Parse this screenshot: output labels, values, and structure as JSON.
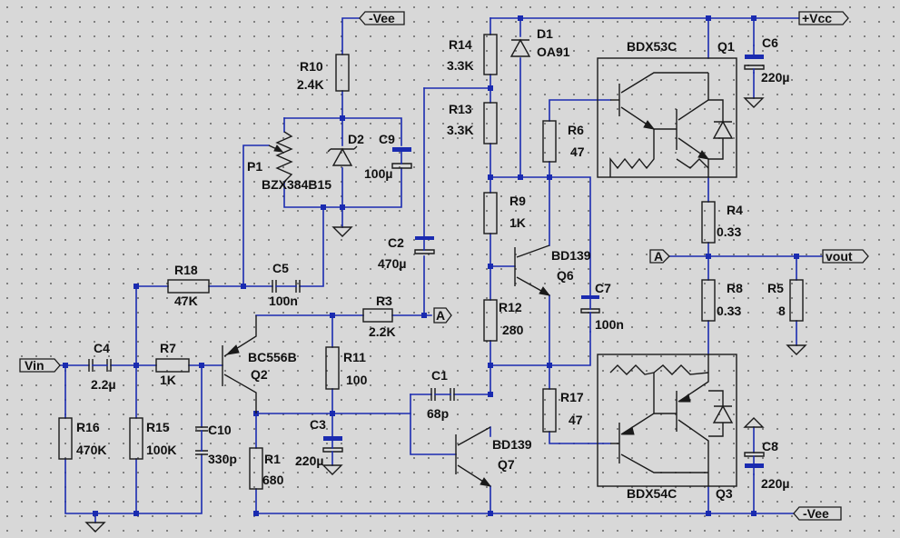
{
  "colors": {
    "wire": "#1a2bb0",
    "component": "#1a1a1a",
    "background": "#d8d8d8",
    "grid_dot": "#6e6e6e"
  },
  "nets": {
    "vin": "Vin",
    "vee_top": "-Vee",
    "vcc": "+Vcc",
    "vout": "vout",
    "vee_bottom": "-Vee",
    "a_right": "A",
    "a_left": "A"
  },
  "components": {
    "r10": {
      "ref": "R10",
      "value": "2.4K"
    },
    "c9": {
      "ref": "C9",
      "value": "100µ"
    },
    "d2": {
      "ref": "D2",
      "value": "BZX384B15"
    },
    "p1": {
      "ref": "P1"
    },
    "r14": {
      "ref": "R14",
      "value": "3.3K"
    },
    "d1": {
      "ref": "D1",
      "value": "OA91"
    },
    "r13": {
      "ref": "R13",
      "value": "3.3K"
    },
    "c2": {
      "ref": "C2",
      "value": "470µ"
    },
    "r6": {
      "ref": "R6",
      "value": "47"
    },
    "r9": {
      "ref": "R9",
      "value": "1K"
    },
    "q6": {
      "ref": "Q6",
      "value": "BD139"
    },
    "c7": {
      "ref": "C7",
      "value": "100n"
    },
    "r12": {
      "ref": "R12",
      "value": "280"
    },
    "r18": {
      "ref": "R18",
      "value": "47K"
    },
    "c5": {
      "ref": "C5",
      "value": "100n"
    },
    "r3": {
      "ref": "R3",
      "value": "2.2K"
    },
    "q2": {
      "ref": "Q2",
      "value": "BC556B"
    },
    "r11": {
      "ref": "R11",
      "value": "100"
    },
    "c4": {
      "ref": "C4",
      "value": "2.2µ"
    },
    "r7": {
      "ref": "R7",
      "value": "1K"
    },
    "r16": {
      "ref": "R16",
      "value": "470K"
    },
    "r15": {
      "ref": "R15",
      "value": "100K"
    },
    "c10": {
      "ref": "C10",
      "value": "330p"
    },
    "c3": {
      "ref": "C3",
      "value": "220µ"
    },
    "r1": {
      "ref": "R1",
      "value": "680"
    },
    "c1": {
      "ref": "C1",
      "value": "68p"
    },
    "q7": {
      "ref": "Q7",
      "value": "BD139"
    },
    "r17": {
      "ref": "R17",
      "value": "47"
    },
    "q1": {
      "ref": "Q1",
      "value": "BDX53C"
    },
    "c6": {
      "ref": "C6",
      "value": "220µ"
    },
    "r4": {
      "ref": "R4",
      "value": "0.33"
    },
    "r8": {
      "ref": "R8",
      "value": "0.33"
    },
    "r5": {
      "ref": "R5",
      "value": "8"
    },
    "q3": {
      "ref": "Q3",
      "value": "BDX54C"
    },
    "c8": {
      "ref": "C8",
      "value": "220µ"
    }
  }
}
